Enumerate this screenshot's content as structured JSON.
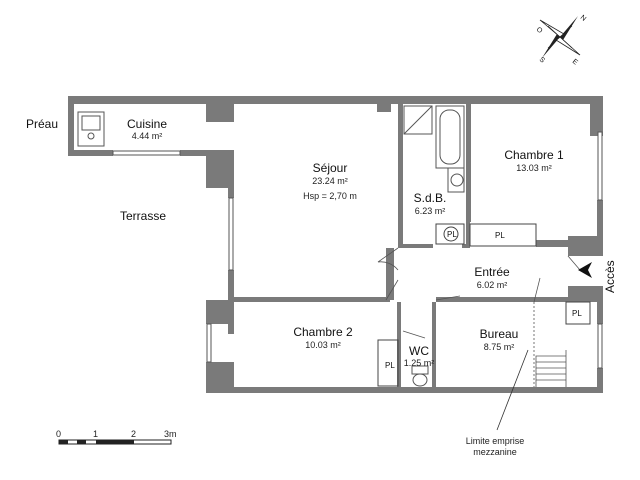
{
  "compass": {
    "labels": [
      "N",
      "E",
      "S",
      "O"
    ]
  },
  "rooms": {
    "cuisine": {
      "name": "Cuisine",
      "area": "4.44 m²"
    },
    "sejour": {
      "name": "Séjour",
      "area": "23.24 m²",
      "height": "Hsp =  2,70 m"
    },
    "sdb": {
      "name": "S.d.B.",
      "area": "6.23 m²"
    },
    "chambre1": {
      "name": "Chambre 1",
      "area": "13.03 m²"
    },
    "entree": {
      "name": "Entrée",
      "area": "6.02 m²"
    },
    "chambre2": {
      "name": "Chambre 2",
      "area": "10.03 m²"
    },
    "wc": {
      "name": "WC",
      "area": "1.25 m²"
    },
    "bureau": {
      "name": "Bureau",
      "area": "8.75 m²"
    }
  },
  "outside": {
    "preau": "Préau",
    "terrasse": "Terrasse",
    "acces": "Accès"
  },
  "placards": [
    "PL",
    "PL",
    "PL",
    "PL"
  ],
  "scale": {
    "ticks": [
      "0",
      "1",
      "2",
      "3m"
    ]
  },
  "note": {
    "line1": "Limite emprise",
    "line2": "mezzanine"
  },
  "colors": {
    "wall": "#7a7a7a",
    "line": "#555555"
  }
}
